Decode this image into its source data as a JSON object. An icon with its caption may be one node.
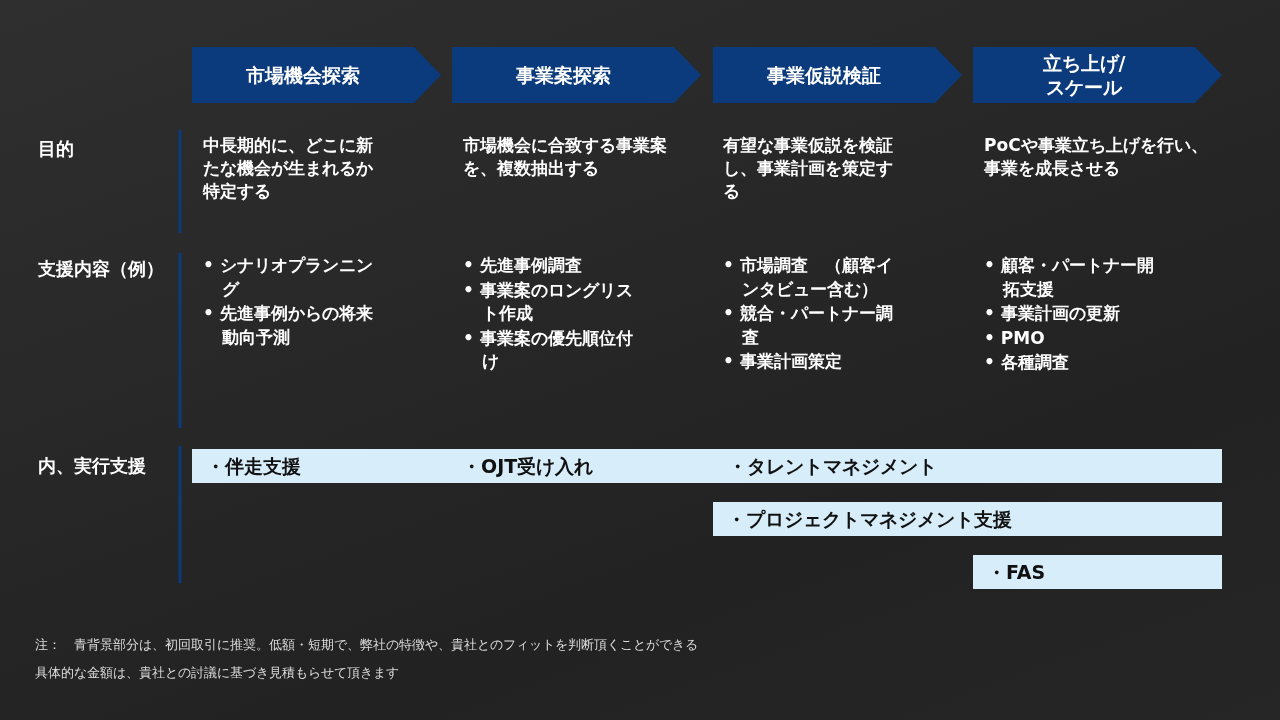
{
  "diagram": {
    "nodes": [
      {
        "text": [
          "市場機会探索"
        ]
      },
      {
        "text": [
          "事業案探索"
        ]
      },
      {
        "text": [
          "事業仮説検証"
        ]
      },
      {
        "text": [
          "立ち上げ/スケール"
        ]
      },
      {
        "text": [
          "・伴走支援",
          "・OJT受け入れ",
          "・タレントマネジメント"
        ]
      },
      {
        "text": [
          "・プロジェクトマネジメント支援"
        ]
      },
      {
        "text": [
          "・FAS"
        ]
      }
    ],
    "labels": [
      "目的",
      "中長期的に、どこに新たな機会が生まれるか特定する",
      "市場機会に合致する事業案を、複数抽出する",
      "有望な事業仮説を検証し、事業計画を策定する",
      "PoCや事業立ち上げを行い、事業を成長させる",
      "支援内容（例）",
      "• シナリオプランニング",
      "• 先進事例からの将来動向予測",
      "• 先進事例調査",
      "• 事業案のロングリスト作成",
      "• 事業案の優先順位付け",
      "• 市場調査　（顧客インタビュー含む）",
      "• 競合・パートナー調査",
      "• 事業計画策定",
      "• 顧客・パートナー開拓支援",
      "• 事業計画の更新",
      "• PMO",
      "• 各種調査",
      "内、実行支援",
      "注：　青背景部分は、初回取引に推奨。低額・短期で、弊社の特徴や、貴社とのフィットを判断頂くことができる",
      "具体的な金額は、貴社との討議に基づき見積もらせて頂きます"
    ]
  }
}
